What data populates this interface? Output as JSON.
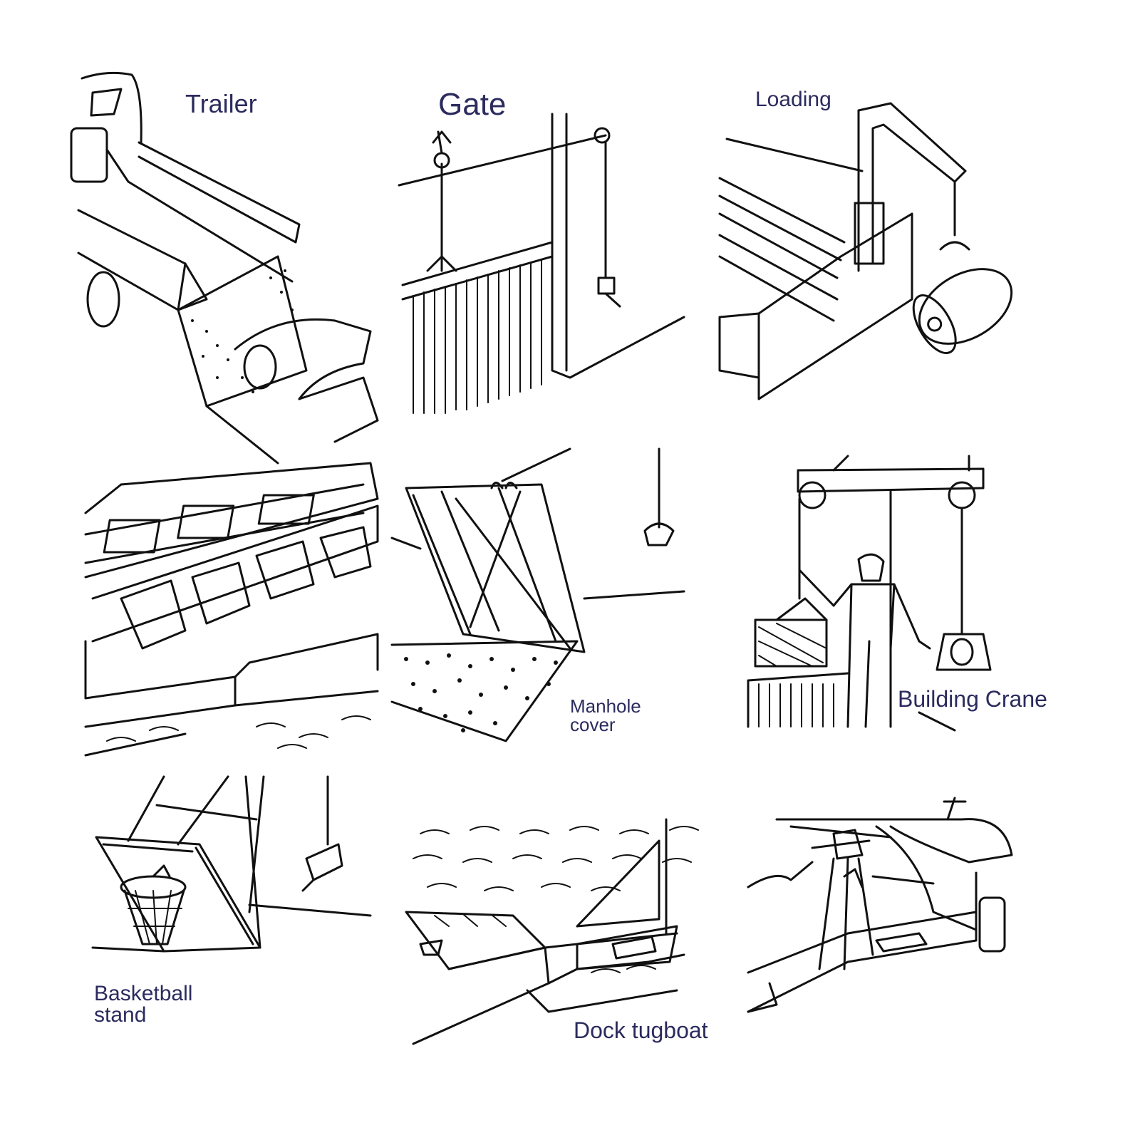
{
  "colors": {
    "label": "#2b2b5e",
    "ink": "#111111",
    "background": "#ffffff"
  },
  "panels": [
    {
      "id": "trailer",
      "label": "Trailer"
    },
    {
      "id": "gate",
      "label": "Gate"
    },
    {
      "id": "loading",
      "label": "Loading"
    },
    {
      "id": "ship-hatch",
      "label": ""
    },
    {
      "id": "manhole-cover",
      "label": "Manhole\ncover"
    },
    {
      "id": "building-crane",
      "label": "Building Crane"
    },
    {
      "id": "basketball-stand",
      "label": "Basketball\nstand"
    },
    {
      "id": "dock-tugboat",
      "label": "Dock tugboat"
    },
    {
      "id": "boat-trailer",
      "label": ""
    }
  ]
}
